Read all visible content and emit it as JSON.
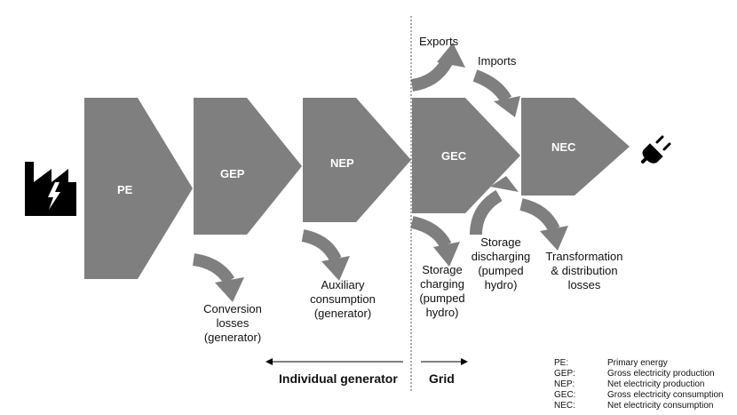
{
  "stages": [
    {
      "id": "pe",
      "label": "PE"
    },
    {
      "id": "gep",
      "label": "GEP"
    },
    {
      "id": "nep",
      "label": "NEP"
    },
    {
      "id": "gec",
      "label": "GEC"
    },
    {
      "id": "nec",
      "label": "NEC"
    }
  ],
  "flows": {
    "conversion_losses": [
      "Conversion",
      "losses",
      "(generator)"
    ],
    "auxiliary_consumption": [
      "Auxiliary",
      "consumption",
      "(generator)"
    ],
    "exports": "Exports",
    "imports": "Imports",
    "storage_charging": [
      "Storage",
      "charging",
      "(pumped",
      "hydro)"
    ],
    "storage_discharging": [
      "Storage",
      "discharging",
      "(pumped",
      "hydro)"
    ],
    "transformation_losses": [
      "Transformation",
      "& distribution",
      "losses"
    ]
  },
  "scope": {
    "individual_generator": "Individual generator",
    "grid": "Grid"
  },
  "legend": [
    {
      "abbr": "PE:",
      "desc": "Primary energy"
    },
    {
      "abbr": "GEP:",
      "desc": "Gross electricity production"
    },
    {
      "abbr": "NEP:",
      "desc": "Net electricity production"
    },
    {
      "abbr": "GEC:",
      "desc": "Gross electricity consumption"
    },
    {
      "abbr": "NEC:",
      "desc": "Net electricity consumption"
    }
  ],
  "icons": {
    "source": "power-plant-icon",
    "sink": "electric-plug-icon"
  },
  "colors": {
    "arrow": "#7f7f7f",
    "icon": "#000000"
  }
}
